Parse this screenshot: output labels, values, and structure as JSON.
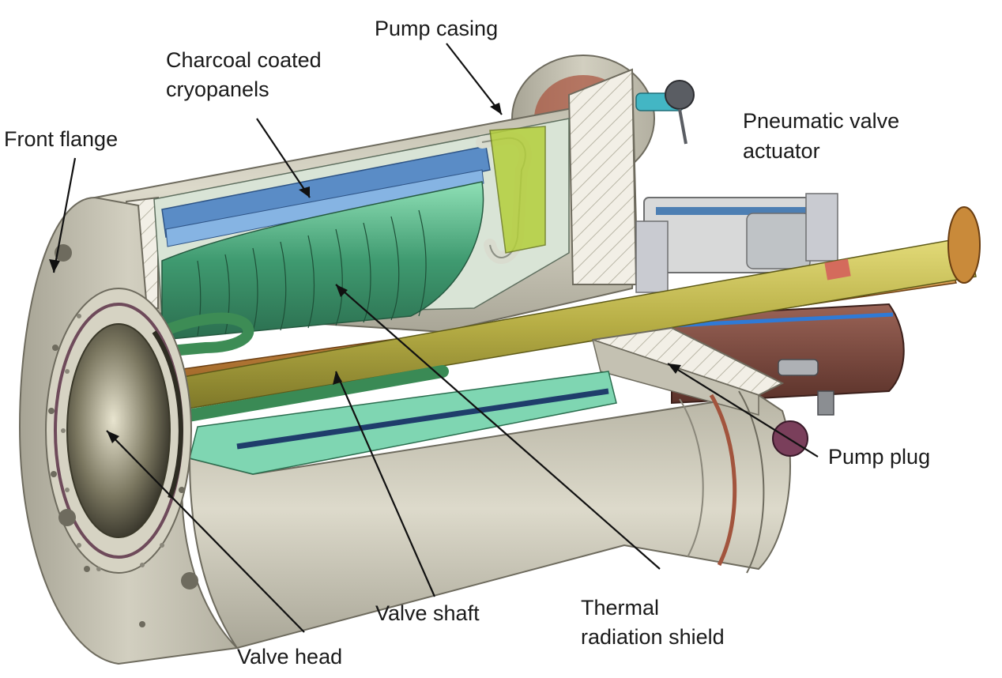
{
  "labels": {
    "pump_casing": "Pump casing",
    "charcoal_line1": "Charcoal coated",
    "charcoal_line2": "cryopanels",
    "front_flange": "Front flange",
    "pneumatic_line1": "Pneumatic valve",
    "pneumatic_line2": "actuator",
    "pump_plug": "Pump plug",
    "valve_shaft": "Valve shaft",
    "thermal_line1": "Thermal",
    "thermal_line2": "radiation shield",
    "valve_head": "Valve head"
  },
  "colors": {
    "casing": "#c9c6b6",
    "casing_dark": "#9e9b8c",
    "cryopanel": "#3f8f6a",
    "cryopanel_light": "#7fd0a6",
    "blue_panel": "#4a7fb8",
    "shaft_yellow": "#c9c25a",
    "shaft_orange": "#c88a3e",
    "actuator_brown": "#7a4a40",
    "lime": "#a9c83a"
  }
}
